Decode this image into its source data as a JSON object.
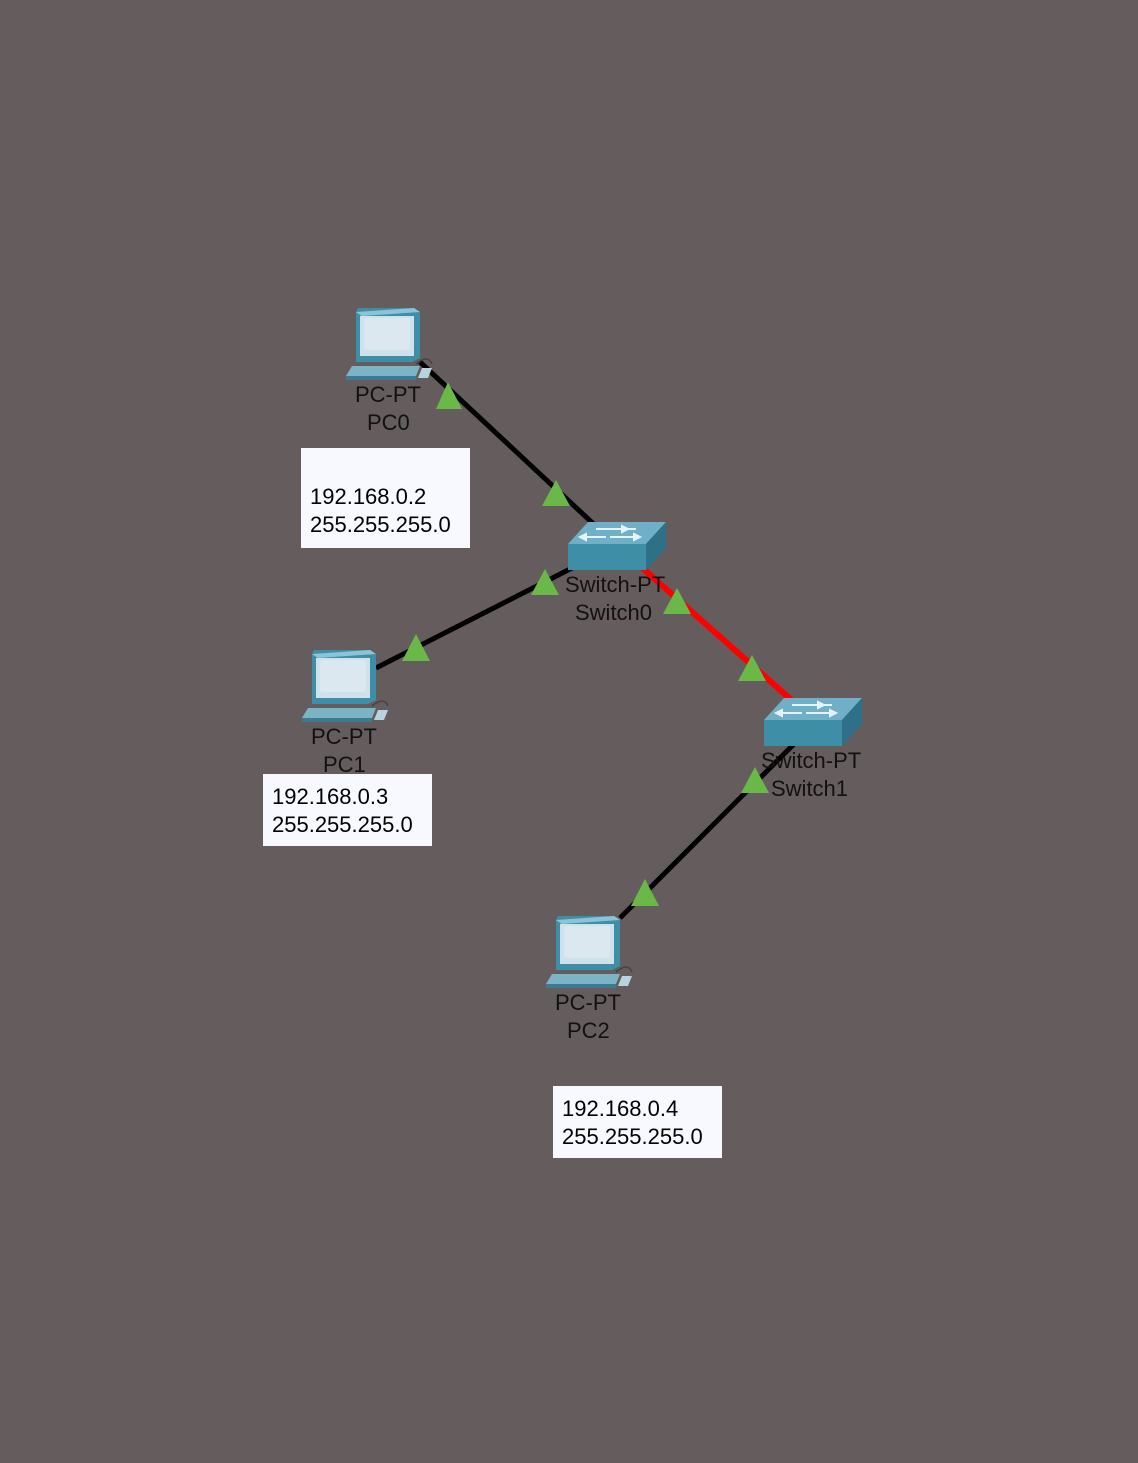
{
  "colors": {
    "canvas_bg": "#655d5d",
    "cable_ok": "#000000",
    "cable_crossover": "#ff0000",
    "link_light": "#6ab847",
    "note_bg": "#f8f9ff"
  },
  "devices": {
    "pc0": {
      "type": "PC-PT",
      "name": "PC0",
      "icon": "pc-icon"
    },
    "pc1": {
      "type": "PC-PT",
      "name": "PC1",
      "icon": "pc-icon"
    },
    "pc2": {
      "type": "PC-PT",
      "name": "PC2",
      "icon": "pc-icon"
    },
    "switch0": {
      "type": "Switch-PT",
      "name": "Switch0",
      "icon": "switch-icon"
    },
    "switch1": {
      "type": "Switch-PT",
      "name": "Switch1",
      "icon": "switch-icon"
    }
  },
  "notes": {
    "pc0": {
      "ip": "192.168.0.2",
      "mask": "255.255.255.0"
    },
    "pc1": {
      "ip": "192.168.0.3",
      "mask": "255.255.255.0"
    },
    "pc2": {
      "ip": "192.168.0.4",
      "mask": "255.255.255.0"
    }
  },
  "links": [
    {
      "from": "PC0",
      "to": "Switch0",
      "cable": "straight-through",
      "status": "up"
    },
    {
      "from": "PC1",
      "to": "Switch0",
      "cable": "straight-through",
      "status": "up"
    },
    {
      "from": "Switch0",
      "to": "Switch1",
      "cable": "crossover",
      "status": "up"
    },
    {
      "from": "PC2",
      "to": "Switch1",
      "cable": "straight-through",
      "status": "up"
    }
  ]
}
